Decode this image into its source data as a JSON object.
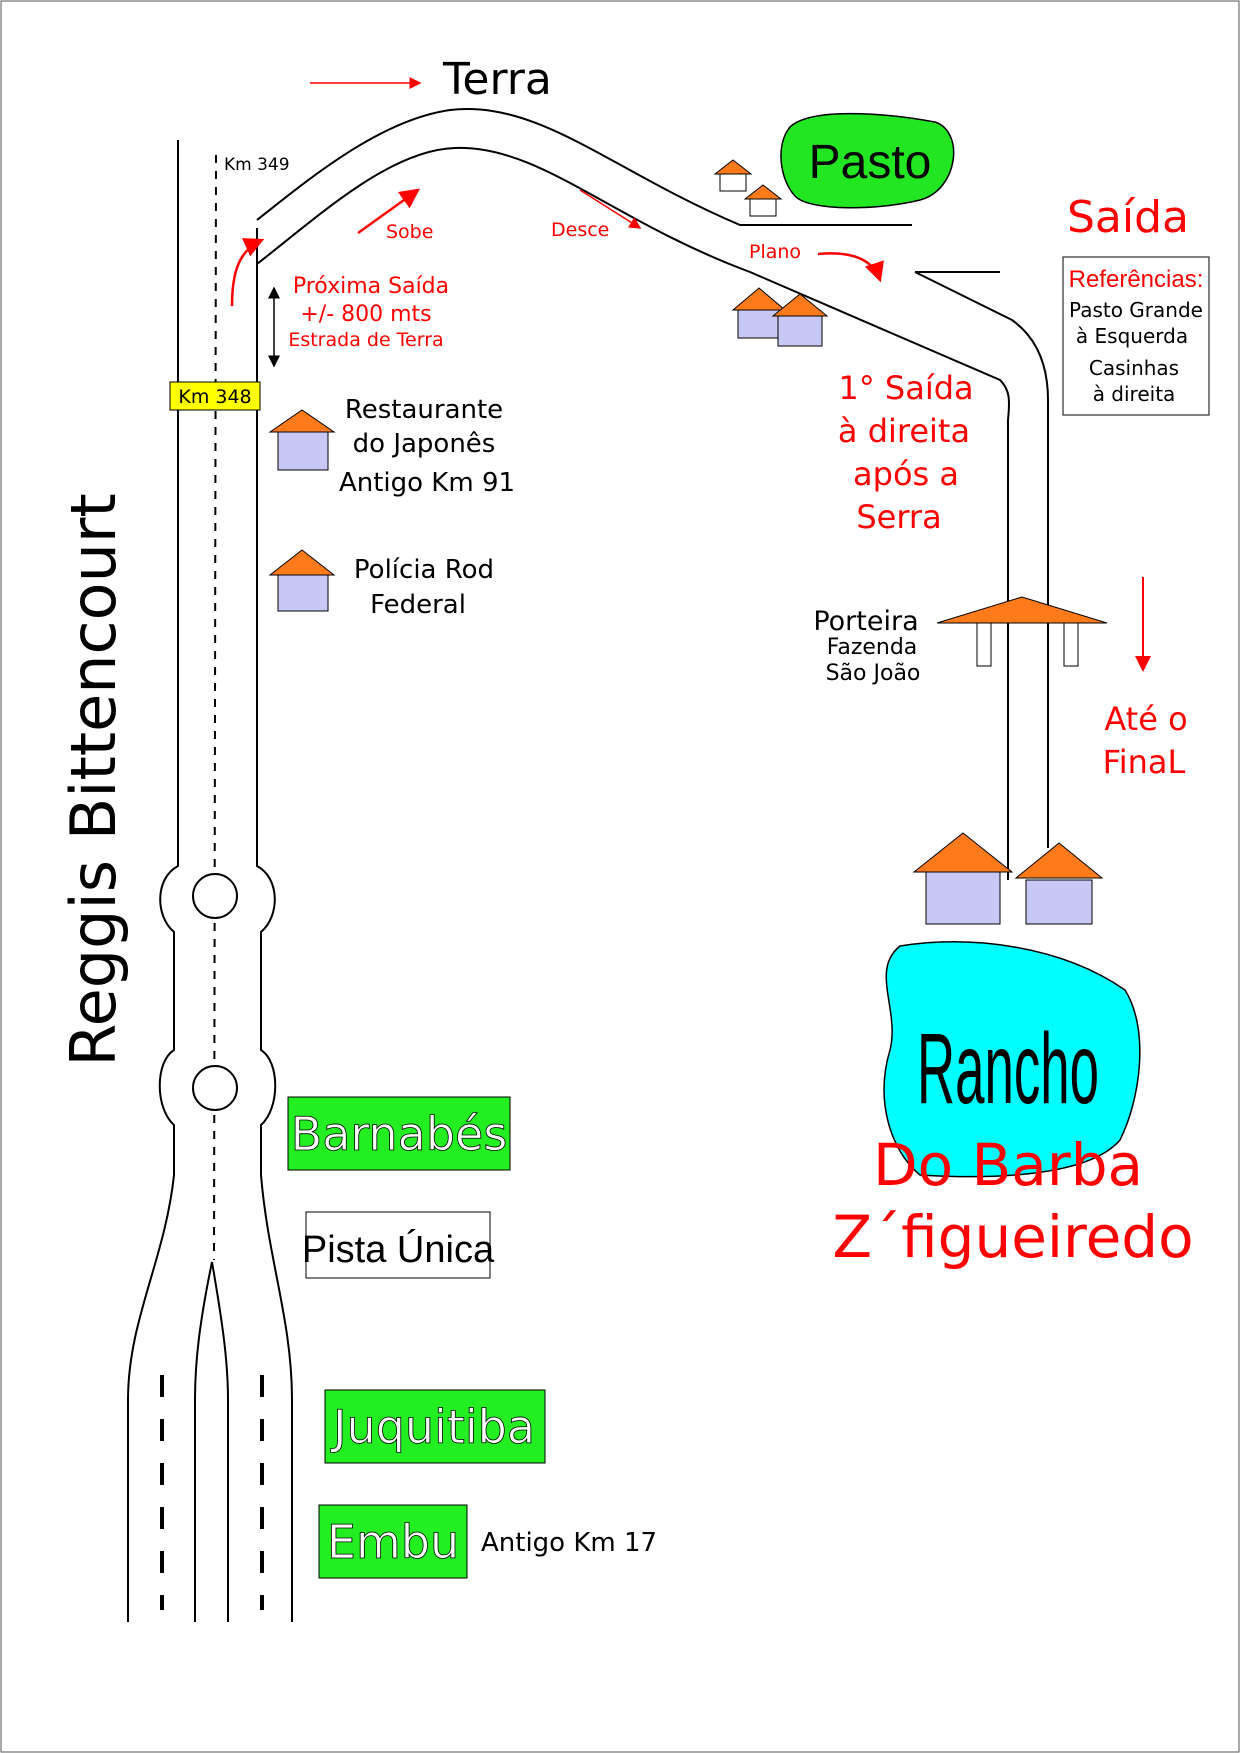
{
  "colors": {
    "road": "#000000",
    "label_red": "#ff0000",
    "roof": "#ff7a1a",
    "wall": "#c8c8f5",
    "pasture": "#22e622",
    "lake": "#00ffff",
    "city_box": "#22ee22",
    "km_marker": "#ffff00"
  },
  "highway": {
    "name": "Reggis Bittencourt",
    "km_349": "Km 349",
    "km_348": "Km 348",
    "single_lane": "Pista Única"
  },
  "cities": {
    "barnabes": "Barnabés",
    "juquitiba": "Juquitiba",
    "embu": "Embu",
    "embu_note": "Antigo Km 17"
  },
  "landmarks": {
    "restaurant": [
      "Restaurante",
      "do Japonês",
      "Antigo Km 91"
    ],
    "police": [
      "Polícia Rod",
      "Federal"
    ],
    "gate": [
      "Porteira",
      "Fazenda",
      "São João"
    ]
  },
  "next_exit": [
    "Próxima Saída",
    "+/- 800 mts",
    "Estrada de Terra"
  ],
  "dirt_road": {
    "label": "Terra",
    "up": "Sobe",
    "down": "Desce",
    "flat": "Plano",
    "pasture": "Pasto"
  },
  "exit": {
    "title": "Saída",
    "references_title": "Referências:",
    "references": [
      "Pasto Grande",
      "à Esquerda",
      "Casinhas",
      "à  direita"
    ]
  },
  "first_exit": [
    "1° Saída",
    "à direita",
    "após a",
    "Serra"
  ],
  "until_end": [
    "Até o",
    "FinaL"
  ],
  "destination": {
    "rancho": "Rancho",
    "line1": "Do Barba",
    "line2": "Z´figueiredo"
  },
  "icons": [
    "house-icon",
    "arrow-icon",
    "roundabout-icon",
    "gate-icon"
  ]
}
